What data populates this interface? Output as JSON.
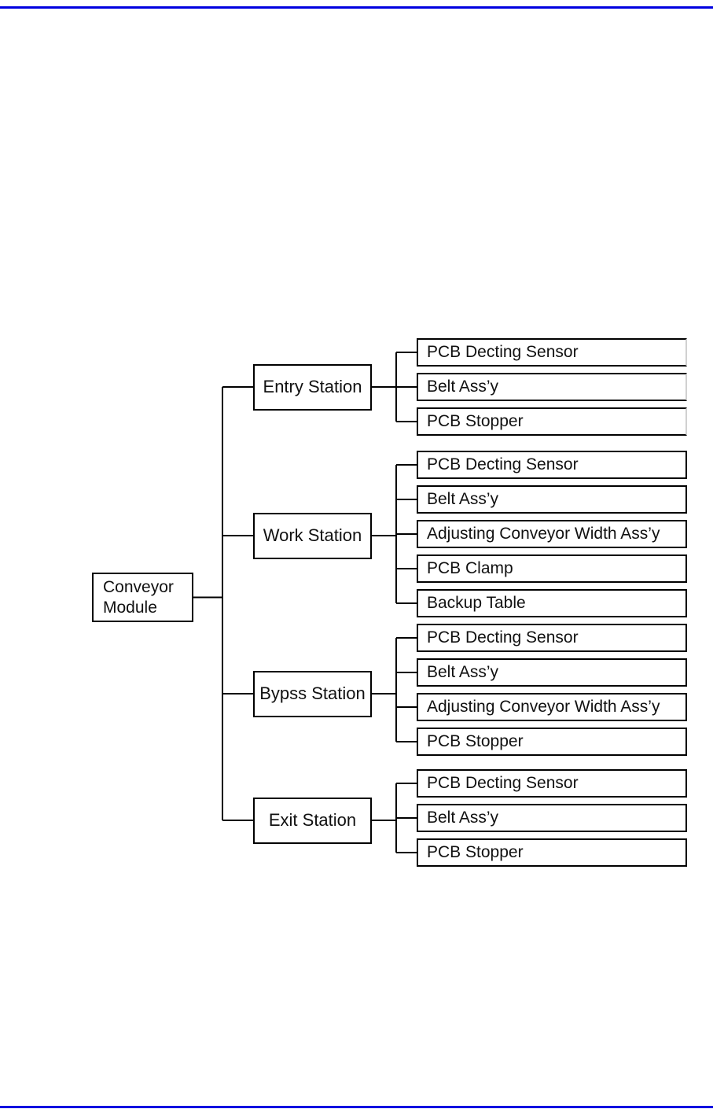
{
  "page": {
    "rule_color": "#0000e0",
    "background": "#ffffff"
  },
  "diagram": {
    "type": "tree",
    "orientation": "left-to-right",
    "root": {
      "label_line1": "Conveyor",
      "label_line2": "Module"
    },
    "stations": [
      {
        "name": "Entry Station",
        "children": [
          "PCB Decting Sensor",
          "Belt Ass’y",
          "PCB Stopper"
        ]
      },
      {
        "name": "Work Station",
        "children": [
          "PCB Decting Sensor",
          "Belt Ass’y",
          "Adjusting Conveyor Width Ass’y",
          "PCB Clamp",
          "Backup Table"
        ]
      },
      {
        "name": "Bypss Station",
        "children": [
          "PCB Decting Sensor",
          "Belt Ass’y",
          "Adjusting Conveyor Width Ass’y",
          "PCB Stopper"
        ]
      },
      {
        "name": "Exit Station",
        "children": [
          "PCB Decting Sensor",
          "Belt Ass’y",
          "PCB Stopper"
        ]
      }
    ]
  }
}
